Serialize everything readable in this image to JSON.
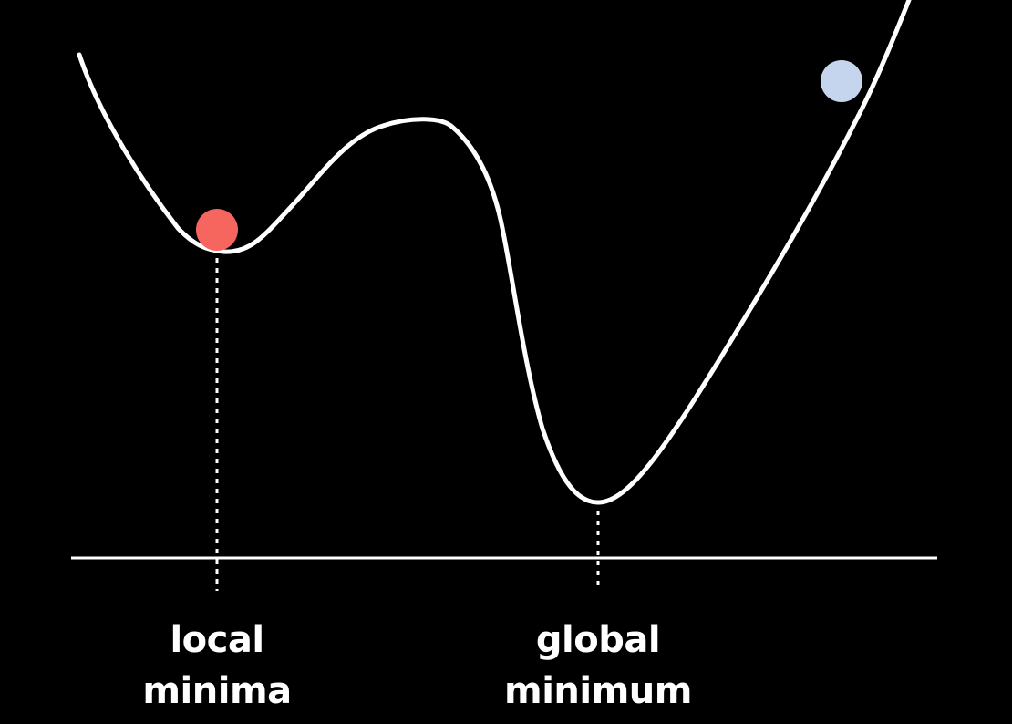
{
  "colors": {
    "background": "#000000",
    "curve": "#ffffff",
    "axis": "#ffffff",
    "ball_local": "#f7665e",
    "ball_start": "#c6d5ee"
  },
  "labels": {
    "local": {
      "line1": "local",
      "line2": "minima"
    },
    "global": {
      "line1": "global",
      "line2": "minimum"
    }
  }
}
